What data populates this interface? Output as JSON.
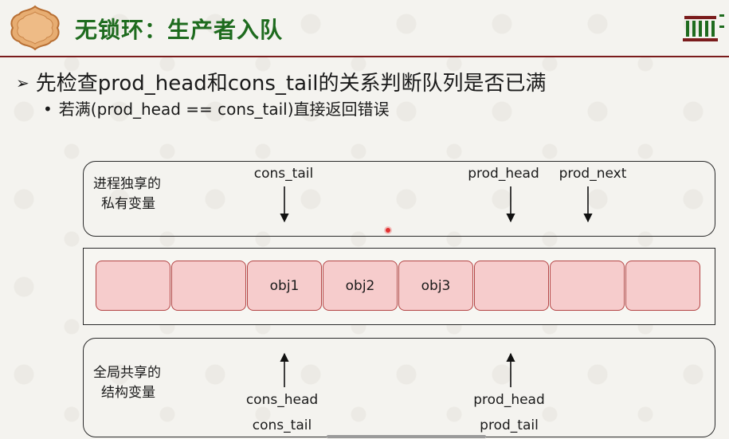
{
  "header": {
    "title": "无锁环：生产者入队"
  },
  "bullets": {
    "main": "先检查prod_head和cons_tail的关系判断队列是否已满",
    "sub": "若满(prod_head == cons_tail)直接返回错误"
  },
  "private_panel": {
    "label_line1": "进程独享的",
    "label_line2": "私有变量",
    "pointers": [
      "cons_tail",
      "prod_head",
      "prod_next"
    ]
  },
  "ring": {
    "slots": [
      "",
      "",
      "obj1",
      "obj2",
      "obj3",
      "",
      "",
      ""
    ]
  },
  "shared_panel": {
    "label_line1": "全局共享的",
    "label_line2": "结构变量",
    "pointers_row1": [
      "cons_head",
      "prod_head"
    ],
    "pointers_row2": [
      "cons_tail",
      "prod_tail"
    ]
  },
  "colors": {
    "title": "#1e6b1e",
    "slot_fill": "#f6cccc",
    "slot_border": "#b44545",
    "header_rule": "#7a1c1c"
  }
}
